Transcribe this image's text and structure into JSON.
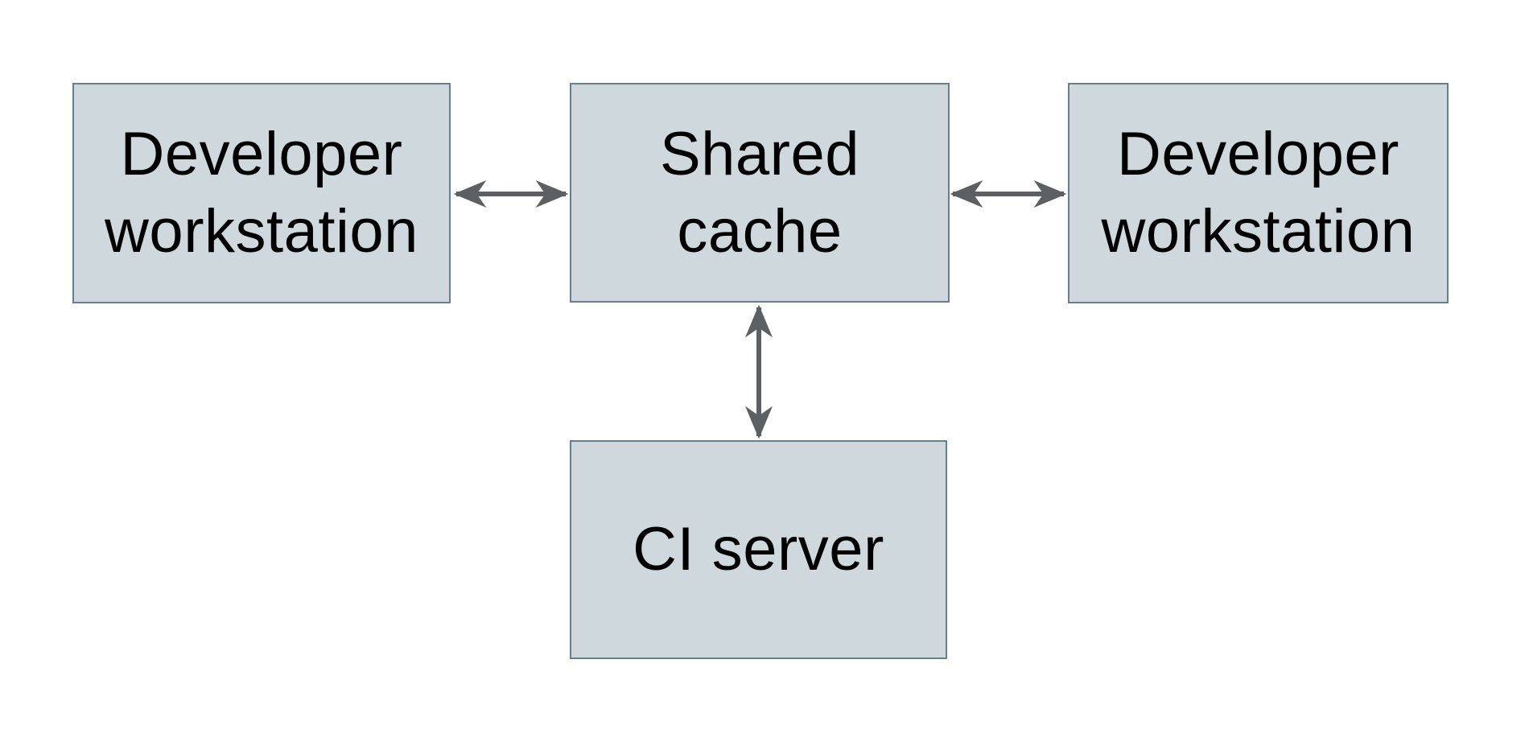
{
  "colors": {
    "background": "#ffffff",
    "node_fill": "#cfd8dc",
    "node_border": "#677f8c",
    "arrow": "#5d6063",
    "text": "#000000"
  },
  "nodes": {
    "dev_left": {
      "label": "Developer\nworkstation"
    },
    "shared_cache": {
      "label": "Shared\ncache"
    },
    "dev_right": {
      "label": "Developer\nworkstation"
    },
    "ci_server": {
      "label": "CI server"
    }
  },
  "edges": [
    {
      "from": "Developer workstation (left)",
      "to": "Shared cache",
      "type": "bidirectional"
    },
    {
      "from": "Shared cache",
      "to": "Developer workstation (right)",
      "type": "bidirectional"
    },
    {
      "from": "Shared cache",
      "to": "CI server",
      "type": "bidirectional"
    }
  ]
}
